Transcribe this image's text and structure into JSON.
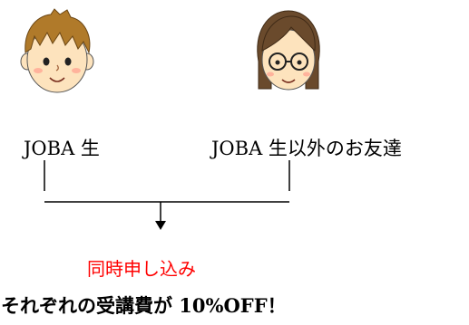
{
  "people": {
    "joba_label": "JOBA 生",
    "friend_label": "JOBA 生以外のお友達"
  },
  "result": {
    "simultaneous_label": "同時申し込み",
    "discount_text": "それぞれの受講費が 10%OFF！"
  },
  "colors": {
    "accent_red": "#ff0000",
    "line": "#000000",
    "boy_hair": "#b07a2a",
    "girl_hair": "#6a4a2c",
    "skin": "#fde3bd",
    "cheek": "#ffb39c"
  },
  "icons": {
    "boy": "boy-face-icon",
    "girl": "girl-with-glasses-face-icon",
    "arrow": "down-arrow-icon"
  }
}
